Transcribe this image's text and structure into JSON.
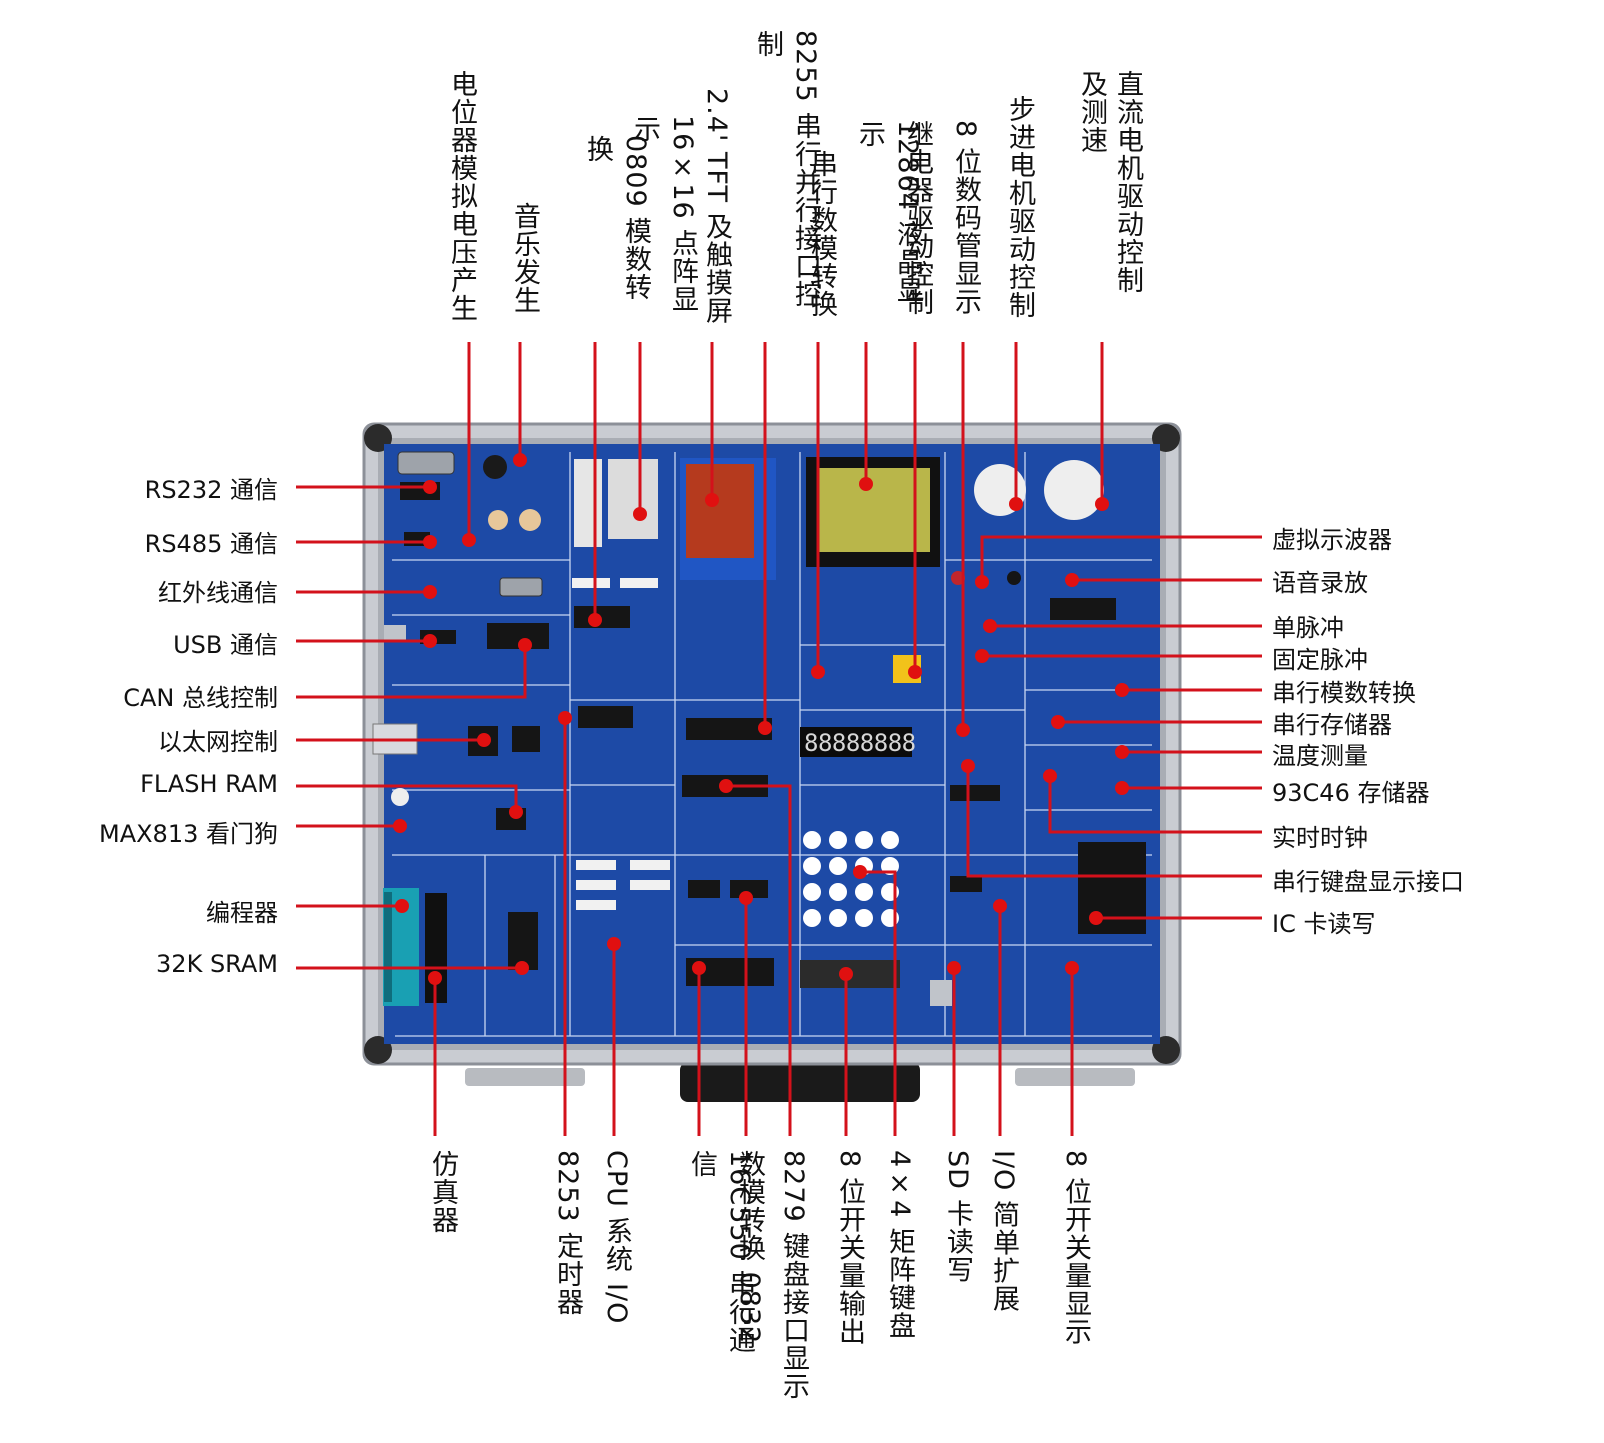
{
  "colors": {
    "board": "#1d4aa6",
    "board_dark": "#163d8e",
    "frame": "#c9ccd2",
    "leader": "#d3111b",
    "dot": "#e01010",
    "lcd": "#b9b64a",
    "tft": "#b53a1e",
    "label_text": "#111111"
  },
  "labels": {
    "top": [
      {
        "id": "pot",
        "text": "电位器模拟电压产生"
      },
      {
        "id": "music",
        "text": "音乐发生"
      },
      {
        "id": "adc0809",
        "text": "0809 模数转换"
      },
      {
        "id": "dot16",
        "text": "16×16 点阵显示"
      },
      {
        "id": "tft",
        "text": "2.4' TFT 及触摸屏"
      },
      {
        "id": "p8255",
        "text": "8255 串行并行接口控制"
      },
      {
        "id": "sdac",
        "text": "串行数模转换"
      },
      {
        "id": "lcd12864",
        "text": "12864 液晶显示"
      },
      {
        "id": "relay",
        "text": "继电器驱动控制"
      },
      {
        "id": "seg8",
        "text": "8 位数码管显示"
      },
      {
        "id": "stepper",
        "text": "步进电机驱动控制"
      },
      {
        "id": "dcmotor1",
        "text": "直流电机驱动控制"
      },
      {
        "id": "dcmotor2",
        "text": "及测速"
      }
    ],
    "left": [
      {
        "id": "rs232",
        "text": "RS232 通信"
      },
      {
        "id": "rs485",
        "text": "RS485 通信"
      },
      {
        "id": "ir",
        "text": "红外线通信"
      },
      {
        "id": "usb",
        "text": "USB 通信"
      },
      {
        "id": "can",
        "text": "CAN 总线控制"
      },
      {
        "id": "eth",
        "text": "以太网控制"
      },
      {
        "id": "flash",
        "text": "FLASH RAM"
      },
      {
        "id": "max813",
        "text": "MAX813 看门狗"
      },
      {
        "id": "prog",
        "text": "编程器"
      },
      {
        "id": "sram",
        "text": "32K SRAM"
      }
    ],
    "right": [
      {
        "id": "scope",
        "text": "虚拟示波器"
      },
      {
        "id": "voice",
        "text": "语音录放"
      },
      {
        "id": "single",
        "text": "单脉冲"
      },
      {
        "id": "fixed",
        "text": "固定脉冲"
      },
      {
        "id": "sadc",
        "text": "串行模数转换"
      },
      {
        "id": "smem",
        "text": "串行存储器"
      },
      {
        "id": "temp",
        "text": "温度测量"
      },
      {
        "id": "c93c46",
        "text": "93C46 存储器"
      },
      {
        "id": "rtc",
        "text": "实时时钟"
      },
      {
        "id": "skbd",
        "text": "串行键盘显示接口"
      },
      {
        "id": "icc",
        "text": "IC 卡读写"
      }
    ],
    "bottom": [
      {
        "id": "emu",
        "text": "仿真器"
      },
      {
        "id": "t8253",
        "text": "8253 定时器"
      },
      {
        "id": "cpuio",
        "text": "CPU 系统 I/O"
      },
      {
        "id": "c16550",
        "text": "16C550 串行通信"
      },
      {
        "id": "dac0832",
        "text": "数模转换 0832"
      },
      {
        "id": "k8279",
        "text": "8279 键盘接口显示"
      },
      {
        "id": "sw8out",
        "text": "8 位开关量输出"
      },
      {
        "id": "kbd44",
        "text": "4×4 矩阵键盘"
      },
      {
        "id": "sd",
        "text": "SD 卡读写"
      },
      {
        "id": "ioext",
        "text": "I/O 简单扩展"
      },
      {
        "id": "sw8disp",
        "text": "8 位开关量显示"
      }
    ]
  },
  "board": {
    "seg_digits": "88888888"
  }
}
